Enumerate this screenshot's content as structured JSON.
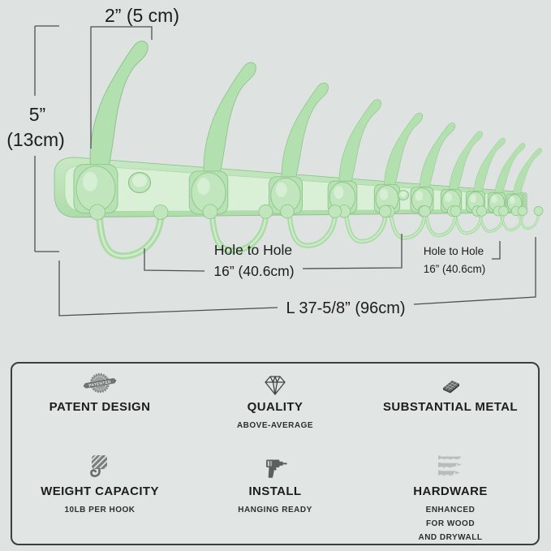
{
  "product": {
    "name": "wall-mounted coat hook rack",
    "hook_count": 10,
    "visible_screw_count": 2
  },
  "colors": {
    "background": "#dee3e1",
    "panel_background": "#e1e6e4",
    "panel_border": "#3a403e",
    "text": "#1d1d1d",
    "annotation_line": "#4f4f4f",
    "icon_gray": "#5d6361",
    "badge_gray": "#9ba19f",
    "ribbon_gray": "#6f7573",
    "hardware_icon_gray": "#b7bdbb",
    "product_green": "#b3e0af",
    "product_green_light": "#daf0d6",
    "product_green_ball": "#c1e6bd",
    "product_green_plate": "#b7e2b3",
    "product_green_dark": "#8dc48a",
    "rail_face": "#c2e5be"
  },
  "dimensions": {
    "top_width": "2” (5 cm)",
    "height_in": "5”",
    "height_cm": "(13cm)",
    "hole_to_hole": [
      {
        "label": "Hole to Hole",
        "value": "16” (40.6cm)"
      },
      {
        "label": "Hole to Hole",
        "value": "16” (40.6cm)"
      }
    ],
    "total_length": "L 37-5/8” (96cm)"
  },
  "features": {
    "badge_text": "PATENTED",
    "items": [
      {
        "icon": "patented-badge-icon",
        "title": "PATENT DESIGN",
        "subtitle_lines": []
      },
      {
        "icon": "diamond-icon",
        "title": "QUALITY",
        "subtitle_lines": [
          "ABOVE-AVERAGE"
        ]
      },
      {
        "icon": "metal-plate-icon",
        "title": "SUBSTANTIAL METAL",
        "subtitle_lines": []
      },
      {
        "icon": "crane-hook-icon",
        "title": "WEIGHT CAPACITY",
        "subtitle_lines": [
          "10LB PER HOOK"
        ]
      },
      {
        "icon": "drill-icon",
        "title": "INSTALL",
        "subtitle_lines": [
          "HANGING READY"
        ]
      },
      {
        "icon": "screws-icon",
        "title": "HARDWARE",
        "subtitle_lines": [
          "ENHANCED",
          "FOR WOOD",
          "AND DRYWALL"
        ]
      }
    ]
  }
}
